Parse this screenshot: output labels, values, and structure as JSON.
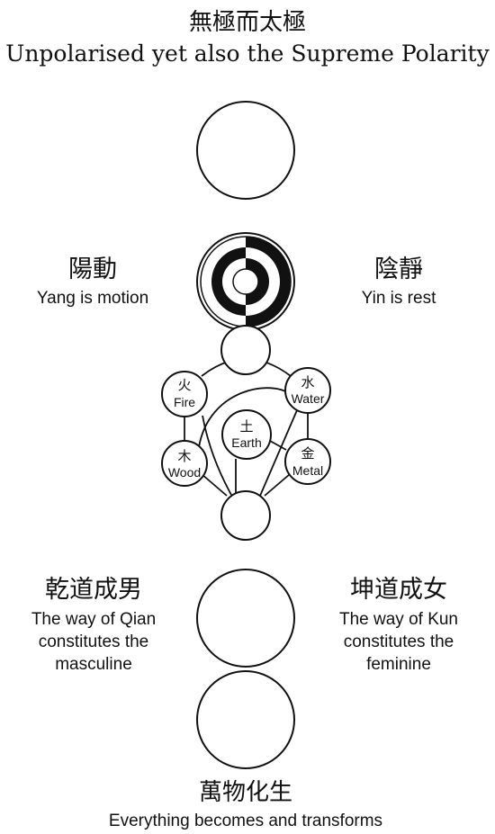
{
  "title": {
    "chinese": "無極而太極",
    "english": "Unpolarised yet also the Supreme Polarity"
  },
  "yang": {
    "chinese": "陽動",
    "english": "Yang is motion"
  },
  "yin": {
    "chinese": "陰靜",
    "english": "Yin is rest"
  },
  "elements": {
    "fire": {
      "chinese": "火",
      "english": "Fire"
    },
    "water": {
      "chinese": "水",
      "english": "Water"
    },
    "earth": {
      "chinese": "土",
      "english": "Earth"
    },
    "wood": {
      "chinese": "木",
      "english": "Wood"
    },
    "metal": {
      "chinese": "金",
      "english": "Metal"
    }
  },
  "qian": {
    "chinese": "乾道成男",
    "english_lines": [
      "The way of Qian",
      "constitutes the",
      "masculine"
    ]
  },
  "kun": {
    "chinese": "坤道成女",
    "english_lines": [
      "The way of Kun",
      "constitutes the",
      "feminine"
    ]
  },
  "bottom": {
    "chinese": "萬物化生",
    "english": "Everything becomes and transforms"
  },
  "colors": {
    "stroke": "#111111",
    "fill_dark": "#111111",
    "background": "#ffffff"
  }
}
